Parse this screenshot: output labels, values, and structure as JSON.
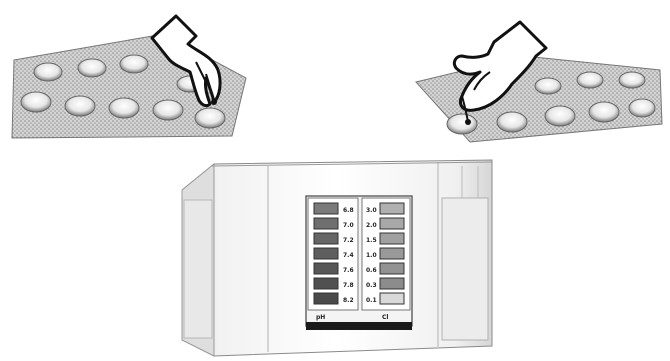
{
  "illustration": {
    "subject": "tablet-test-kit",
    "left_strip": {
      "icon": "blister-pack-icon"
    },
    "right_strip": {
      "icon": "blister-pack-icon"
    },
    "left_hand": {
      "icon": "gloved-hand-icon"
    },
    "right_hand": {
      "icon": "gloved-hand-icon"
    },
    "comparator": {
      "icon": "comparator-box-icon",
      "left_column": {
        "header": "",
        "swatches": [
          {
            "label": "6.8",
            "color": "#7a7a7a"
          },
          {
            "label": "7.0",
            "color": "#6f6f6f"
          },
          {
            "label": "7.2",
            "color": "#666666"
          },
          {
            "label": "7.4",
            "color": "#5e5e5e"
          },
          {
            "label": "7.6",
            "color": "#575757"
          },
          {
            "label": "7.8",
            "color": "#505050"
          },
          {
            "label": "8.2",
            "color": "#4a4a4a"
          }
        ],
        "footer": "pH"
      },
      "right_column": {
        "header": "",
        "swatches": [
          {
            "label": "3.0",
            "color": "#b0b0b0"
          },
          {
            "label": "2.0",
            "color": "#a8a8a8"
          },
          {
            "label": "1.5",
            "color": "#a0a0a0"
          },
          {
            "label": "1.0",
            "color": "#999999"
          },
          {
            "label": "0.6",
            "color": "#939393"
          },
          {
            "label": "0.3",
            "color": "#8c8c8c"
          },
          {
            "label": "0.1",
            "color": "#d9d9d9"
          }
        ],
        "footer": "Cl"
      },
      "bottom_bar": [
        "",
        ""
      ]
    }
  }
}
